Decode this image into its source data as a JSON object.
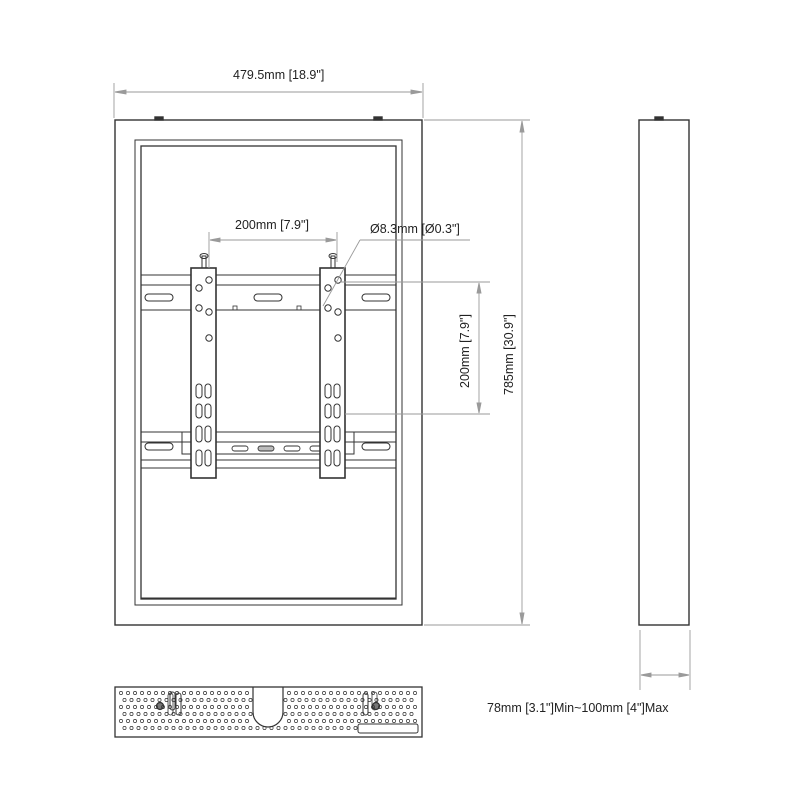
{
  "drawing": {
    "type": "wall mount enclosure dimension drawing",
    "views": [
      "front",
      "side",
      "bottom"
    ]
  },
  "dimensions": {
    "overall_width": "479.5mm [18.9\"]",
    "overall_height": "785mm [30.9\"]",
    "vesa_horizontal": "200mm [7.9\"]",
    "vesa_vertical": "200mm [7.9\"]",
    "hole_diameter": "Ø8.3mm [Ø0.3\"]",
    "depth_range": "78mm [3.1\"]Min~100mm [4\"]Max"
  },
  "colors": {
    "line": "#333333",
    "dim_line": "#9a9a9a",
    "text": "#222222"
  }
}
